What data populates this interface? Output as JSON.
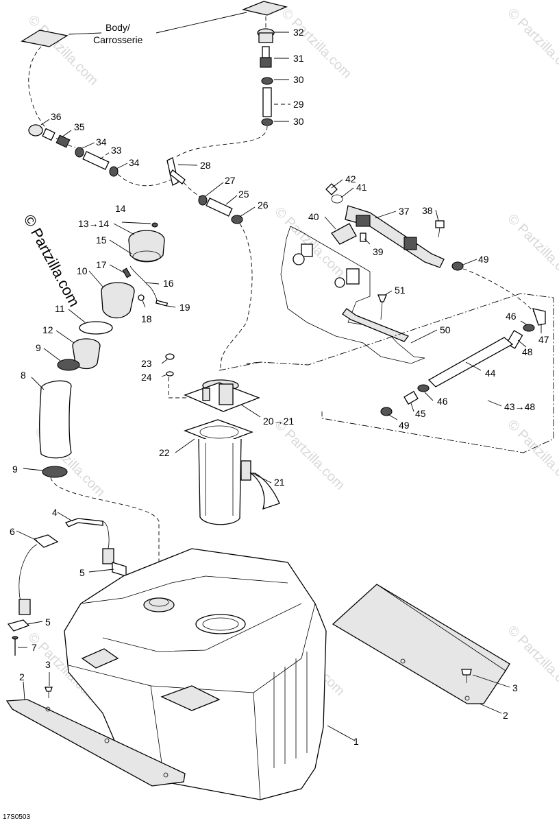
{
  "diagram": {
    "body_label_line1": "Body/",
    "body_label_line2": "Carrosserie",
    "drawing_code": "17S0503",
    "watermark_main": "© Partzilla.com",
    "watermark_faint": "© Partzilla.com",
    "callouts": {
      "c1": "1",
      "c2a": "2",
      "c2b": "2",
      "c3a": "3",
      "c3b": "3",
      "c4": "4",
      "c5a": "5",
      "c5b": "5",
      "c6": "6",
      "c7": "7",
      "c8": "8",
      "c9a": "9",
      "c9b": "9",
      "c10": "10",
      "c11": "11",
      "c12": "12",
      "c13": "13→14",
      "c14": "14",
      "c15": "15",
      "c16": "16",
      "c17": "17",
      "c18": "18",
      "c19": "19",
      "c20": "20→21",
      "c21": "21",
      "c22": "22",
      "c23": "23",
      "c24": "24",
      "c25": "25",
      "c26": "26",
      "c27": "27",
      "c28": "28",
      "c29": "29",
      "c30a": "30",
      "c30b": "30",
      "c31": "31",
      "c32": "32",
      "c33": "33",
      "c34a": "34",
      "c34b": "34",
      "c35": "35",
      "c36": "36",
      "c37": "37",
      "c38": "38",
      "c39": "39",
      "c40": "40",
      "c41": "41",
      "c42": "42",
      "c43": "43→48",
      "c44": "44",
      "c45": "45",
      "c46a": "46",
      "c46b": "46",
      "c47": "47",
      "c48": "48",
      "c49a": "49",
      "c49b": "49",
      "c50": "50",
      "c51": "51"
    }
  }
}
